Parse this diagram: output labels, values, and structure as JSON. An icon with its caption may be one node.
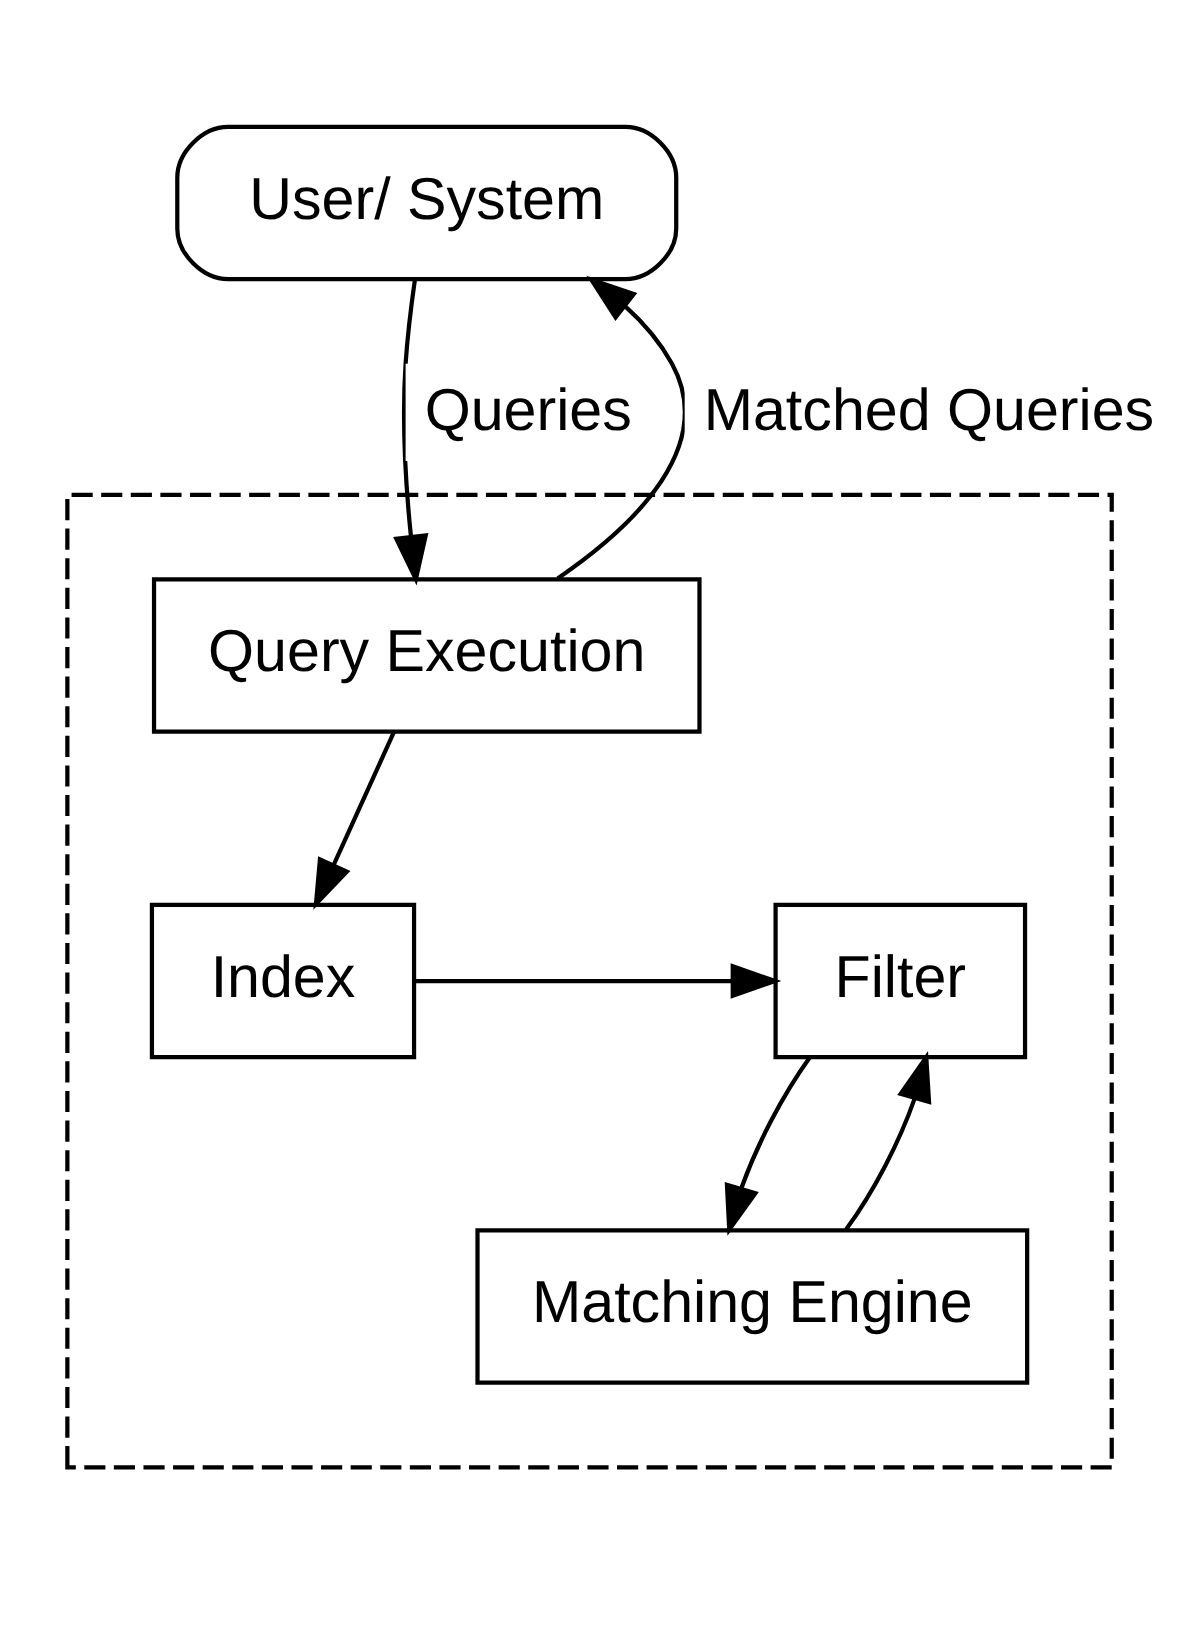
{
  "diagram": {
    "nodes": [
      {
        "text": [
          "User/ System"
        ]
      },
      {
        "text": [],
        "shape": "box"
      },
      {
        "text": [
          "Query Execution"
        ],
        "in": 1
      },
      {
        "text": [
          "Index"
        ],
        "in": 1
      },
      {
        "text": [
          "Filter"
        ],
        "in": 1
      },
      {
        "text": [
          "Matching Engine"
        ],
        "in": 1
      }
    ],
    "edges": [
      {
        "from": 0,
        "to": 2,
        "arrow": "to",
        "label": "Queries"
      },
      {
        "from": 2,
        "to": 0,
        "arrow": "to",
        "label": "Matched Queries"
      },
      {
        "from": 2,
        "to": 3,
        "arrow": "to"
      },
      {
        "from": 3,
        "to": 4,
        "arrow": "to"
      },
      {
        "from": 4,
        "to": 5,
        "arrow": "to"
      },
      {
        "from": 5,
        "to": 4,
        "arrow": "to"
      }
    ]
  }
}
